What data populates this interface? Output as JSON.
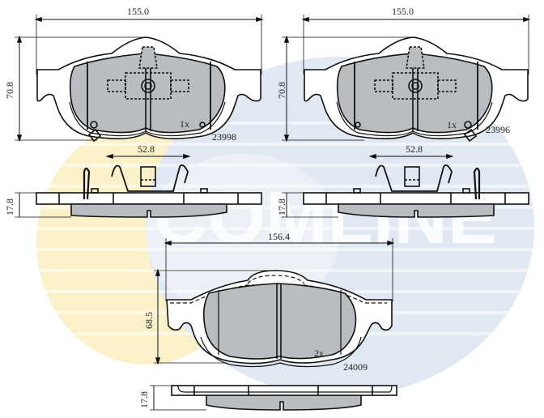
{
  "watermark": {
    "brand": "COMLINE",
    "colors": {
      "blue": "#d6e2f0",
      "yellow": "#fbecb0",
      "stripe": "#ffffff"
    }
  },
  "pads": [
    {
      "id": "pad-left",
      "part_number": "23998",
      "quantity": "1x",
      "width_dim": "155.0",
      "height_dim": "70.8",
      "spring_dim": "52.8",
      "thickness_dim": "17.8"
    },
    {
      "id": "pad-right",
      "part_number": "23996",
      "quantity": "1x",
      "width_dim": "155.0",
      "height_dim": "70.8",
      "spring_dim": "52.8",
      "thickness_dim": "17.8"
    },
    {
      "id": "pad-bottom",
      "part_number": "24009",
      "quantity": "2x",
      "width_dim": "156.4",
      "height_dim": "68.5",
      "thickness_dim": "17.8"
    }
  ],
  "colors": {
    "line": "#111111",
    "friction": "#b9bcc0",
    "backing": "#ffffff"
  }
}
